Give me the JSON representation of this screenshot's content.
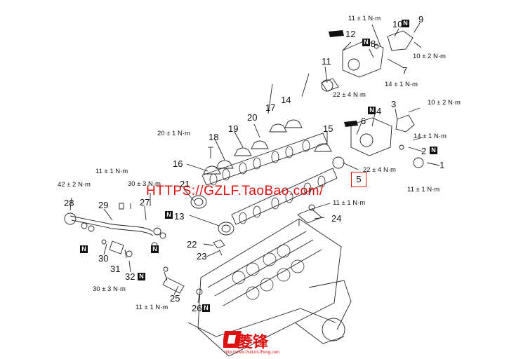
{
  "part_numbers": [
    "1",
    "2",
    "3",
    "4",
    "5",
    "6",
    "7",
    "8",
    "9",
    "10",
    "11",
    "12",
    "13",
    "14",
    "15",
    "16",
    "17",
    "18",
    "19",
    "20",
    "21",
    "22",
    "23",
    "24",
    "25",
    "26",
    "27",
    "28",
    "29",
    "30",
    "31",
    "32"
  ],
  "n_mark": "N",
  "torque": {
    "t11": "11 ± 1 N·m",
    "t10": "10 ± 2 N·m",
    "t14": "14 ± 1 N·m",
    "t22": "22 ± 4 N·m",
    "t20": "20 ± 1 N·m",
    "t42": "42 ± 2 N·m",
    "t30": "30 ± 3 N·m"
  },
  "watermark": "HTTPS://GZLF.TaoBao.com/",
  "logo": {
    "text": "菱锋",
    "url": "http://www.GuiLinLiFeng.com"
  },
  "colors": {
    "watermark": "#dd1111",
    "line": "#222222"
  }
}
